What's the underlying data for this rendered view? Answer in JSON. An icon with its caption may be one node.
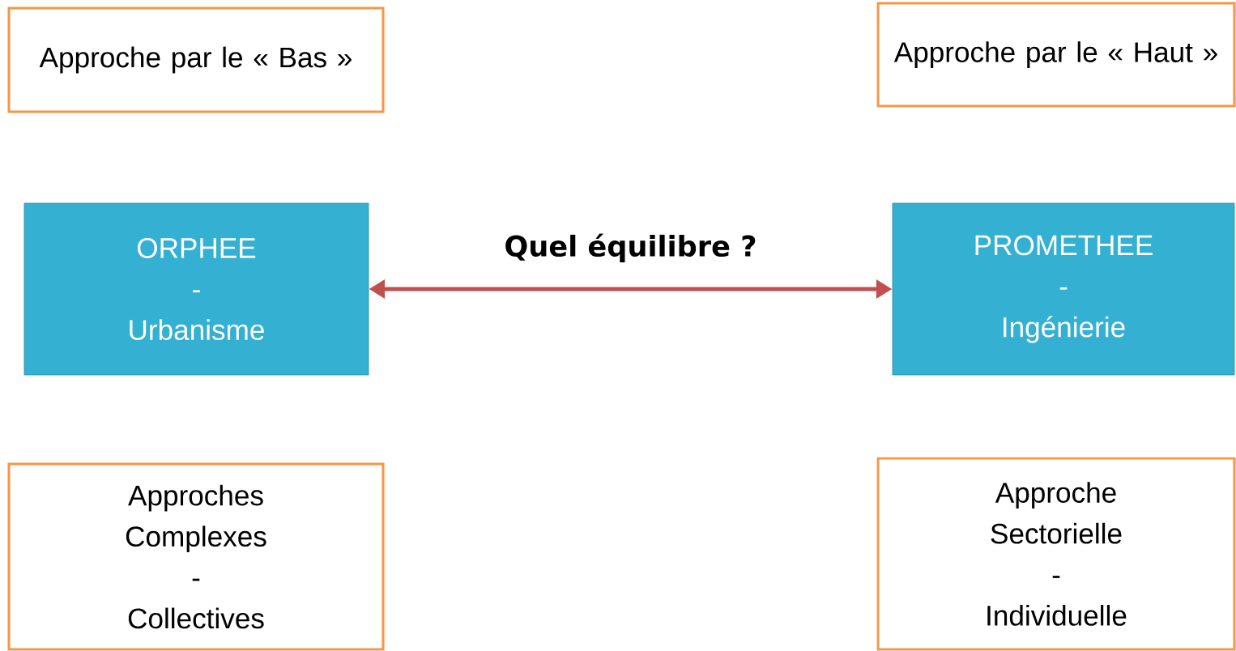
{
  "diagram": {
    "nodes": [
      {
        "text": [
          "Approche par le « Bas »"
        ]
      },
      {
        "text": [
          "Approche par le « Haut »"
        ]
      },
      {
        "text": [
          "ORPHEE",
          "-",
          "Urbanisme"
        ]
      },
      {
        "text": [
          "PROMETHEE",
          "-",
          "Ingénierie"
        ]
      },
      {
        "text": [
          "Approches Complexes",
          "-",
          "Collectives"
        ]
      },
      {
        "text": [
          "Approche Sectorielle",
          "-",
          "Individuelle"
        ]
      }
    ],
    "edges": [
      {
        "from": 2,
        "to": 3,
        "arrow": "both",
        "label": "Quel équilibre ?",
        "color": "#c0504d"
      }
    ]
  }
}
